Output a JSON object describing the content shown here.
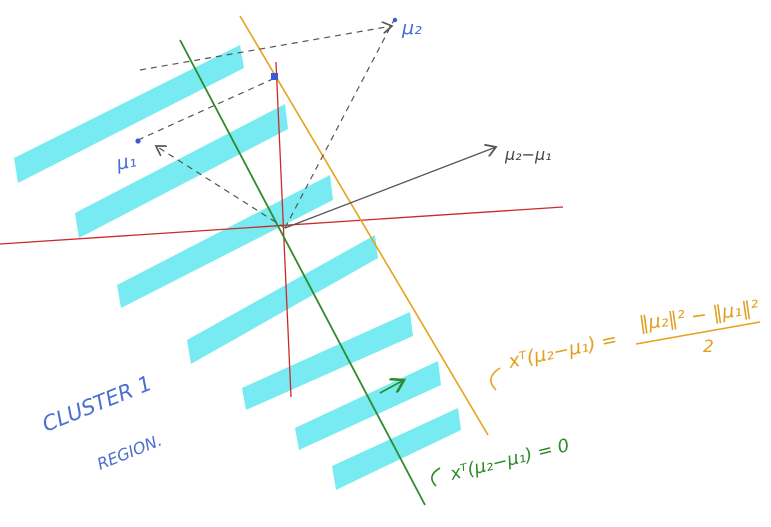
{
  "labels": {
    "mu2": "μ₂",
    "mu1": "μ₁",
    "diff_vector": "μ₂−μ₁",
    "cluster_line1": "CLUSTER 1",
    "cluster_line2": "REGION.",
    "orange_eq_lhs": "xᵀ(μ₂−μ₁) =",
    "orange_eq_num": "‖μ₂‖² − ‖μ₁‖²",
    "orange_eq_den": "2",
    "green_eq": "xᵀ(μ₂−μ₁) = 0"
  },
  "colors": {
    "region_fill": "#5fe7ef",
    "red_axis": "#cc2a2a",
    "green_line": "#2e8a2a",
    "orange_line": "#e6a21a",
    "dashed": "#555555",
    "arrow_dark": "#555555",
    "point_blue": "#3a5bd8",
    "text_blue": "#4a6fd0"
  }
}
